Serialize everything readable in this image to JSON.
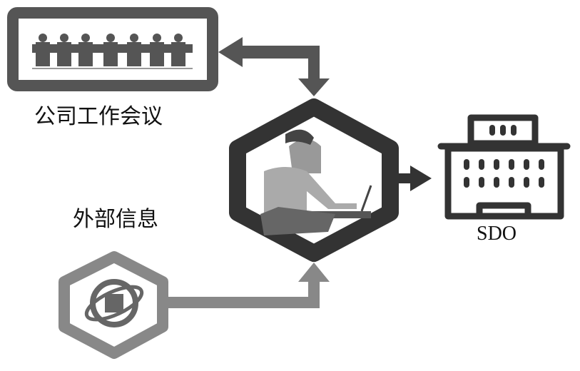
{
  "nodes": {
    "meeting": {
      "label": "公司工作会议",
      "icon": "meeting-icon"
    },
    "external": {
      "label": "外部信息",
      "icon": "globe-icon"
    },
    "worker": {
      "icon": "person-laptop-icon"
    },
    "sdo": {
      "label": "SDO",
      "icon": "building-icon"
    }
  },
  "colors": {
    "dark": "#333333",
    "mid": "#555555",
    "light": "#8a8a8a",
    "person": "#aaaaaa"
  }
}
